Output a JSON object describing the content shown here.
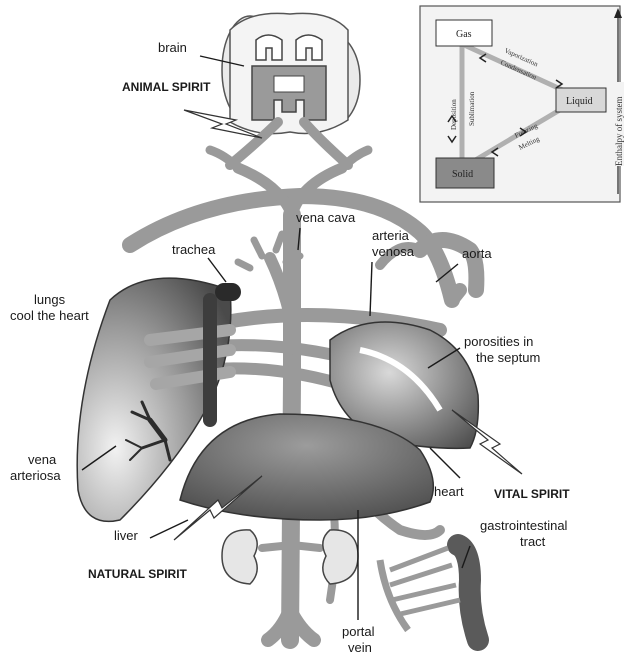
{
  "labels": {
    "brain": "brain",
    "animal_spirit": "ANIMAL SPIRIT",
    "vena_cava": "vena cava",
    "arteria_venosa_1": "arteria",
    "arteria_venosa_2": "venosa",
    "trachea": "trachea",
    "aorta": "aorta",
    "lungs_1": "lungs",
    "lungs_2": "cool the heart",
    "porosities_1": "porosities in",
    "porosities_2": "the septum",
    "vena_arteriosa_1": "vena",
    "vena_arteriosa_2": "arteriosa",
    "heart": "heart",
    "vital_spirit": "VITAL SPIRIT",
    "liver": "liver",
    "natural_spirit": "NATURAL SPIRIT",
    "gi_1": "gastrointestinal",
    "gi_2": "tract",
    "portal_1": "portal",
    "portal_2": "vein"
  },
  "inset": {
    "gas": "Gas",
    "liquid": "Liquid",
    "solid": "Solid",
    "vaporization": "Vaporization",
    "condensation": "Condensation",
    "deposition": "Deposition",
    "sublimation": "Sublimation",
    "freezing": "Freezing",
    "melting": "Melting",
    "axis": "Enthalpy of system"
  }
}
